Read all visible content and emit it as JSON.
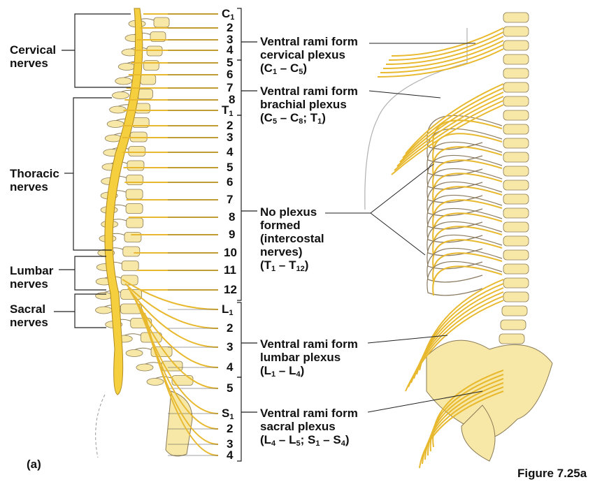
{
  "regions": [
    {
      "id": "cervical",
      "lines": [
        "Cervical",
        "nerves"
      ]
    },
    {
      "id": "thoracic",
      "lines": [
        "Thoracic",
        "nerves"
      ]
    },
    {
      "id": "lumbar",
      "lines": [
        "Lumbar",
        "nerves"
      ]
    },
    {
      "id": "sacral",
      "lines": [
        "Sacral",
        "nerves"
      ]
    }
  ],
  "nerve_numbers": {
    "cervical": [
      "C1",
      "2",
      "3",
      "4",
      "5",
      "6",
      "7",
      "8"
    ],
    "thoracic": [
      "T1",
      "2",
      "3",
      "4",
      "5",
      "6",
      "7",
      "8",
      "9",
      "10",
      "11",
      "12"
    ],
    "lumbar": [
      "L1",
      "2",
      "3",
      "4",
      "5"
    ],
    "sacral": [
      "S1",
      "2",
      "3",
      "4"
    ]
  },
  "plexus_labels": {
    "cervical": {
      "line1": "Ventral rami form",
      "line2": "cervical plexus",
      "line3": "(C1 – C5)"
    },
    "brachial": {
      "line1": "Ventral rami form",
      "line2": "brachial plexus",
      "line3": "(C5 – C8; T1)"
    },
    "intercostal": {
      "line1": "No plexus",
      "line2": "formed",
      "line3": "(intercostal",
      "line4": "nerves)",
      "line5": "(T1 – T12)"
    },
    "lumbar": {
      "line1": "Ventral rami form",
      "line2": "lumbar plexus",
      "line3": "(L1 – L4)"
    },
    "sacral": {
      "line1": "Ventral rami form",
      "line2": "sacral plexus",
      "line3": "(L4 – L5; S1 – S4)"
    }
  },
  "panel_label": "(a)",
  "figure_caption": "Figure 7.25a",
  "colors": {
    "nerve": "#e8b92e",
    "cord": "#f5cf3e",
    "bone": "#f7e8a8",
    "bone_outline": "#8a7a55",
    "line": "#222222",
    "skin": "#b0b0b0"
  }
}
